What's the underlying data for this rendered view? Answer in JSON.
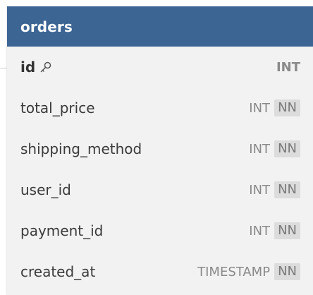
{
  "table": {
    "name": "orders",
    "columns": [
      {
        "name": "id",
        "type": "INT",
        "primary_key": true,
        "not_null_badge": ""
      },
      {
        "name": "total_price",
        "type": "INT",
        "primary_key": false,
        "not_null_badge": "NN"
      },
      {
        "name": "shipping_method",
        "type": "INT",
        "primary_key": false,
        "not_null_badge": "NN"
      },
      {
        "name": "user_id",
        "type": "INT",
        "primary_key": false,
        "not_null_badge": "NN"
      },
      {
        "name": "payment_id",
        "type": "INT",
        "primary_key": false,
        "not_null_badge": "NN"
      },
      {
        "name": "created_at",
        "type": "TIMESTAMP",
        "primary_key": false,
        "not_null_badge": "NN"
      }
    ]
  },
  "icons": {
    "primary_key": "key-icon"
  },
  "colors": {
    "header": "#3d6594",
    "card_background": "#f2f2f2",
    "badge_background": "#dcdcdc"
  }
}
